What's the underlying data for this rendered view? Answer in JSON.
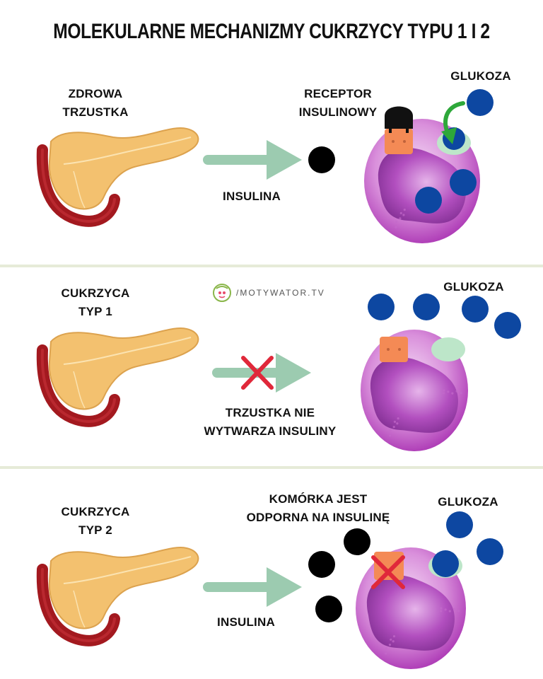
{
  "title": "MOLEKULARNE MECHANIZMY CUKRZYCY TYPU 1 I 2",
  "watermark": "/MOTYWATOR.TV",
  "colors": {
    "arrow": "#9ccbb0",
    "insulin": "#000000",
    "glucose": "#0d47a1",
    "receptor_active": "#f48a55",
    "receptor_binding_site": "#bde6c9",
    "cross": "#e0283a",
    "green_arrow": "#2ea83a",
    "divider": "#e6ebd8",
    "pancreas": "#f3c16f",
    "duodenum": "#a3191f",
    "cell_membrane": "#b040b8",
    "nucleus": "#7d2c8f"
  },
  "panels": [
    {
      "id": "healthy",
      "pancreas_label": [
        "ZDROWA",
        "TRZUSTKA"
      ],
      "arrow_label": [
        "INSULINA"
      ],
      "receptor_label": [
        "RECEPTOR",
        "INSULINOWY"
      ],
      "glucose_label": "GLUKOZA"
    },
    {
      "id": "type1",
      "pancreas_label": [
        "CUKRZYCA",
        "TYP 1"
      ],
      "arrow_label": [
        "TRZUSTKA NIE",
        "WYTWARZA INSULINY"
      ],
      "glucose_label": "GLUKOZA"
    },
    {
      "id": "type2",
      "pancreas_label": [
        "CUKRZYCA",
        "TYP 2"
      ],
      "arrow_label": [
        "INSULINA"
      ],
      "cell_label": [
        "KOMÓRKA JEST",
        "ODPORNA NA INSULINĘ"
      ],
      "glucose_label": "GLUKOZA"
    }
  ]
}
